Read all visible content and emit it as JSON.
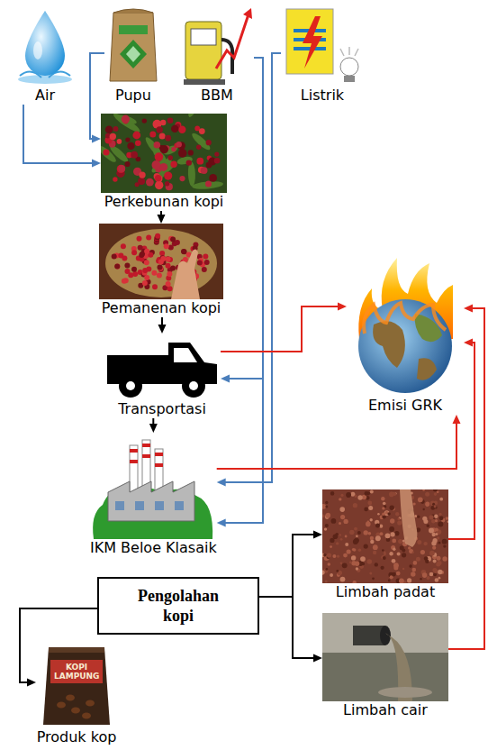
{
  "diagram": {
    "nodes": [
      {
        "text": [
          "Air"
        ]
      },
      {
        "text": [
          "Pupu"
        ]
      },
      {
        "text": [
          "BBM"
        ]
      },
      {
        "text": [
          "Listrik"
        ]
      },
      {
        "text": [
          "Perkebunan kopi"
        ]
      },
      {
        "text": [
          "Pemanenan kopi"
        ]
      },
      {
        "text": [
          "Transportasi"
        ]
      },
      {
        "text": [
          "Emisi GRK"
        ]
      },
      {
        "text": [
          "IKM Beloe Klasaik"
        ]
      },
      {
        "text": [
          "Pengolahan kopi"
        ]
      },
      {
        "text": [
          "Limbah padat"
        ]
      },
      {
        "text": [
          "Limbah cair"
        ]
      },
      {
        "text": [
          "Produk kop"
        ]
      }
    ],
    "edges": [
      {
        "from": 0,
        "to": 4,
        "arrow": "to"
      },
      {
        "from": 1,
        "to": 4,
        "arrow": "to"
      },
      {
        "from": 2,
        "to": 6,
        "arrow": "to"
      },
      {
        "from": 2,
        "to": 8,
        "arrow": "to"
      },
      {
        "from": 3,
        "to": 8,
        "arrow": "to"
      },
      {
        "from": 4,
        "to": 5,
        "arrow": "to"
      },
      {
        "from": 5,
        "to": 6,
        "arrow": "to"
      },
      {
        "from": 6,
        "to": 8,
        "arrow": "to"
      },
      {
        "from": 6,
        "to": 7,
        "arrow": "to"
      },
      {
        "from": 8,
        "to": 7,
        "arrow": "to"
      },
      {
        "from": 10,
        "to": 7,
        "arrow": "to"
      },
      {
        "from": 11,
        "to": 7,
        "arrow": "to"
      },
      {
        "from": 9,
        "to": 10,
        "arrow": "to"
      },
      {
        "from": 9,
        "to": 11,
        "arrow": "to"
      },
      {
        "from": 9,
        "to": 12,
        "arrow": "to"
      }
    ],
    "labels": [
      "KOPI LAMPUNG"
    ]
  }
}
